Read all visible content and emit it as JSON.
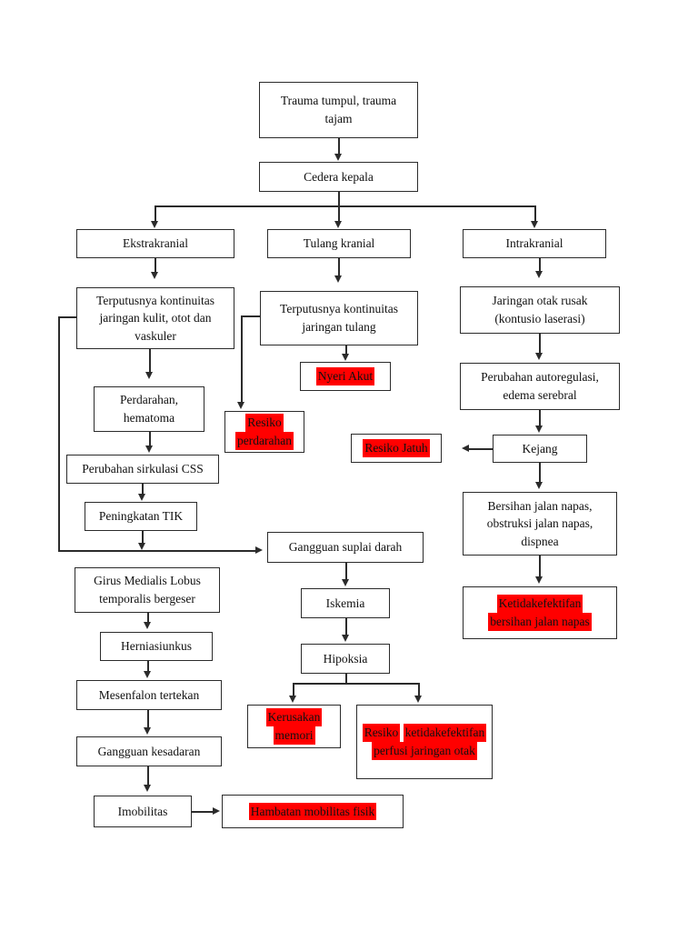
{
  "diagram": {
    "title": "Pathway Cedera Kepala",
    "background_color": "#ffffff",
    "box_border_color": "#2b2b2b",
    "highlight_color": "#FF0000",
    "text_color": "#111111"
  },
  "nodes": {
    "trauma": {
      "lines": [
        "Trauma tumpul, trauma",
        "tajam"
      ],
      "highlighted": false
    },
    "cedera_kepala": {
      "lines": [
        "Cedera kepala"
      ],
      "highlighted": false
    },
    "ekstrakranial": {
      "lines": [
        "Ekstrakranial"
      ],
      "highlighted": false
    },
    "tulang_kranial": {
      "lines": [
        "Tulang kranial"
      ],
      "highlighted": false
    },
    "intrakranial": {
      "lines": [
        "Intrakranial"
      ],
      "highlighted": false
    },
    "terputus_kulit": {
      "lines": [
        "Terputusnya kontinuitas",
        "jaringan kulit, otot dan",
        "vaskuler"
      ],
      "highlighted": false
    },
    "terputus_tulang": {
      "lines": [
        "Terputusnya kontinuitas",
        "jaringan tulang"
      ],
      "highlighted": false
    },
    "jaringan_otak_rusak": {
      "lines": [
        "Jaringan otak rusak",
        "(kontusio laserasi)"
      ],
      "highlighted": false
    },
    "nyeri_akut": {
      "lines": [
        "Nyeri Akut"
      ],
      "highlighted": true
    },
    "perubahan_autoregulasi": {
      "lines": [
        "Perubahan autoregulasi,",
        "edema serebral"
      ],
      "highlighted": false
    },
    "perdarahan_hematoma": {
      "lines": [
        "Perdarahan,",
        "hematoma"
      ],
      "highlighted": false
    },
    "resiko_perdarahan": {
      "lines": [
        "Resiko",
        "perdarahan"
      ],
      "highlighted": true
    },
    "resiko_jatuh": {
      "lines": [
        "Resiko Jatuh"
      ],
      "highlighted": true
    },
    "kejang": {
      "lines": [
        "Kejang"
      ],
      "highlighted": false
    },
    "perubahan_sirkulasi_css": {
      "lines": [
        "Perubahan sirkulasi CSS"
      ],
      "highlighted": false
    },
    "peningkatan_tik": {
      "lines": [
        "Peningkatan TIK"
      ],
      "highlighted": false
    },
    "bersihan_jalan_napas": {
      "lines": [
        "Bersihan jalan napas,",
        "obstruksi jalan napas,",
        "dispnea"
      ],
      "highlighted": false
    },
    "gangguan_suplai_darah": {
      "lines": [
        "Gangguan suplai darah"
      ],
      "highlighted": false
    },
    "girus_medialis": {
      "lines": [
        "Girus Medialis Lobus",
        "temporalis bergeser"
      ],
      "highlighted": false
    },
    "iskemia": {
      "lines": [
        "Iskemia"
      ],
      "highlighted": false
    },
    "ketidakefektifan_bersihan": {
      "lines": [
        "Ketidakefektifan",
        "bersihan jalan napas"
      ],
      "highlighted": true
    },
    "herniasiunkus": {
      "lines": [
        "Herniasiunkus"
      ],
      "highlighted": false
    },
    "hipoksia": {
      "lines": [
        "Hipoksia"
      ],
      "highlighted": false
    },
    "mesenfalon_tertekan": {
      "lines": [
        "Mesenfalon tertekan"
      ],
      "highlighted": false
    },
    "kerusakan_memori": {
      "lines": [
        "Kerusakan",
        "memori"
      ],
      "highlighted": true
    },
    "resiko_perfusi": {
      "lines": [
        "Resiko",
        "ketidakefektifan",
        "perfusi jaringan otak"
      ],
      "highlighted": true
    },
    "gangguan_kesadaran": {
      "lines": [
        "Gangguan kesadaran"
      ],
      "highlighted": false
    },
    "imobilitas": {
      "lines": [
        "Imobilitas"
      ],
      "highlighted": false
    },
    "hambatan_mobilitas": {
      "lines": [
        "Hambatan mobilitas fisik"
      ],
      "highlighted": true
    }
  }
}
